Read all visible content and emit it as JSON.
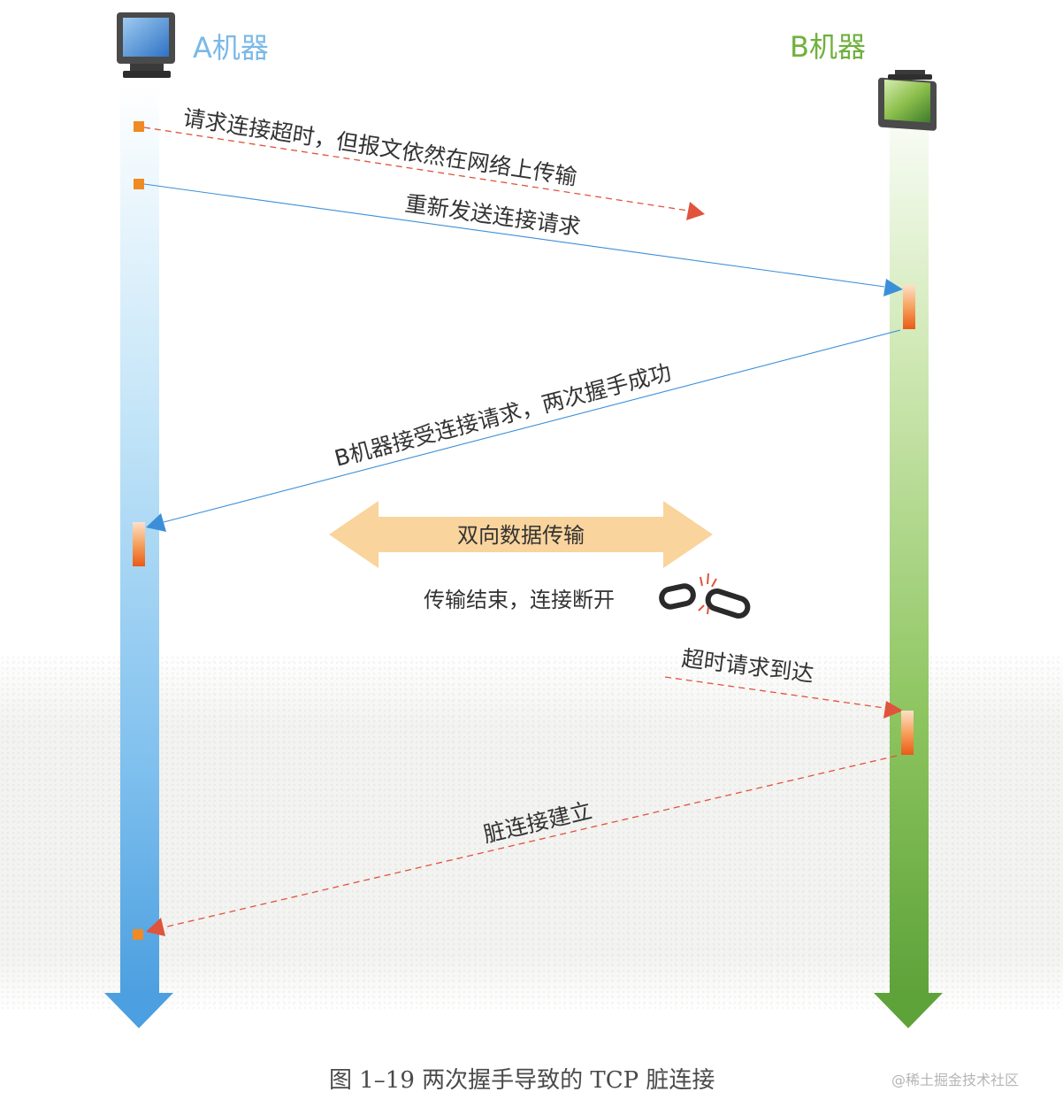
{
  "machines": {
    "a_label": "A机器",
    "b_label": "B机器"
  },
  "messages": {
    "timeout_request": "请求连接超时，但报文依然在网络上传输",
    "resend_request": "重新发送连接请求",
    "b_accepts": "B机器接受连接请求，两次握手成功",
    "bidirectional": "双向数据传输",
    "transfer_end": "传输结束，连接断开",
    "timeout_arrives": "超时请求到达",
    "dirty_connection": "脏连接建立"
  },
  "caption": "图 1–19   两次握手导致的 TCP 脏连接",
  "watermark": "@稀土掘金技术社区",
  "colors": {
    "machine_a": "#5aa9e6",
    "machine_b": "#6db33f",
    "dashed_arrow": "#e0533c",
    "solid_arrow": "#3b8fd9",
    "exchange_arrow": "#f9d49c",
    "activation": "#f07a2a"
  },
  "icons": [
    "monitor-icon",
    "monitor-icon",
    "broken-chain-icon"
  ]
}
